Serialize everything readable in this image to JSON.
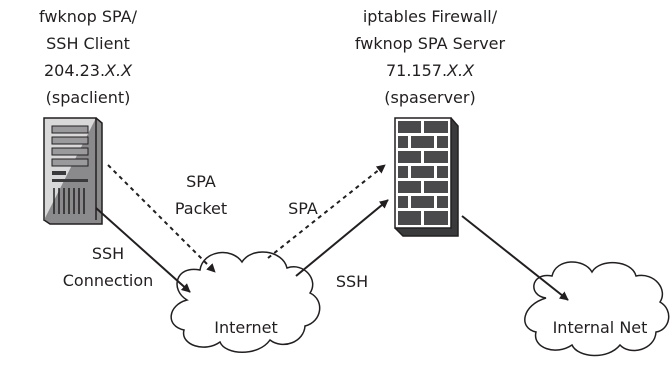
{
  "client": {
    "title_line1": "fwknop SPA/",
    "title_line2": "SSH Client",
    "ip_prefix": "204.23.",
    "ip_suffix": "X.X",
    "hostname": "(spaclient)"
  },
  "server": {
    "title_line1": "iptables Firewall/",
    "title_line2": "fwknop SPA Server",
    "ip_prefix": "71.157.",
    "ip_suffix": "X.X",
    "hostname": "(spaserver)"
  },
  "edges": {
    "spa_packet_line1": "SPA",
    "spa_packet_line2": "Packet",
    "spa_to_server": "SPA",
    "ssh_conn_line1": "SSH",
    "ssh_conn_line2": "Connection",
    "ssh_to_server": "SSH"
  },
  "clouds": {
    "internet": "Internet",
    "internal_net": "Internal Net"
  },
  "colors": {
    "line": "#231f20",
    "brick": "#4a4a4c",
    "mortar": "#ffffff",
    "server_body": "#d9d9d9"
  }
}
